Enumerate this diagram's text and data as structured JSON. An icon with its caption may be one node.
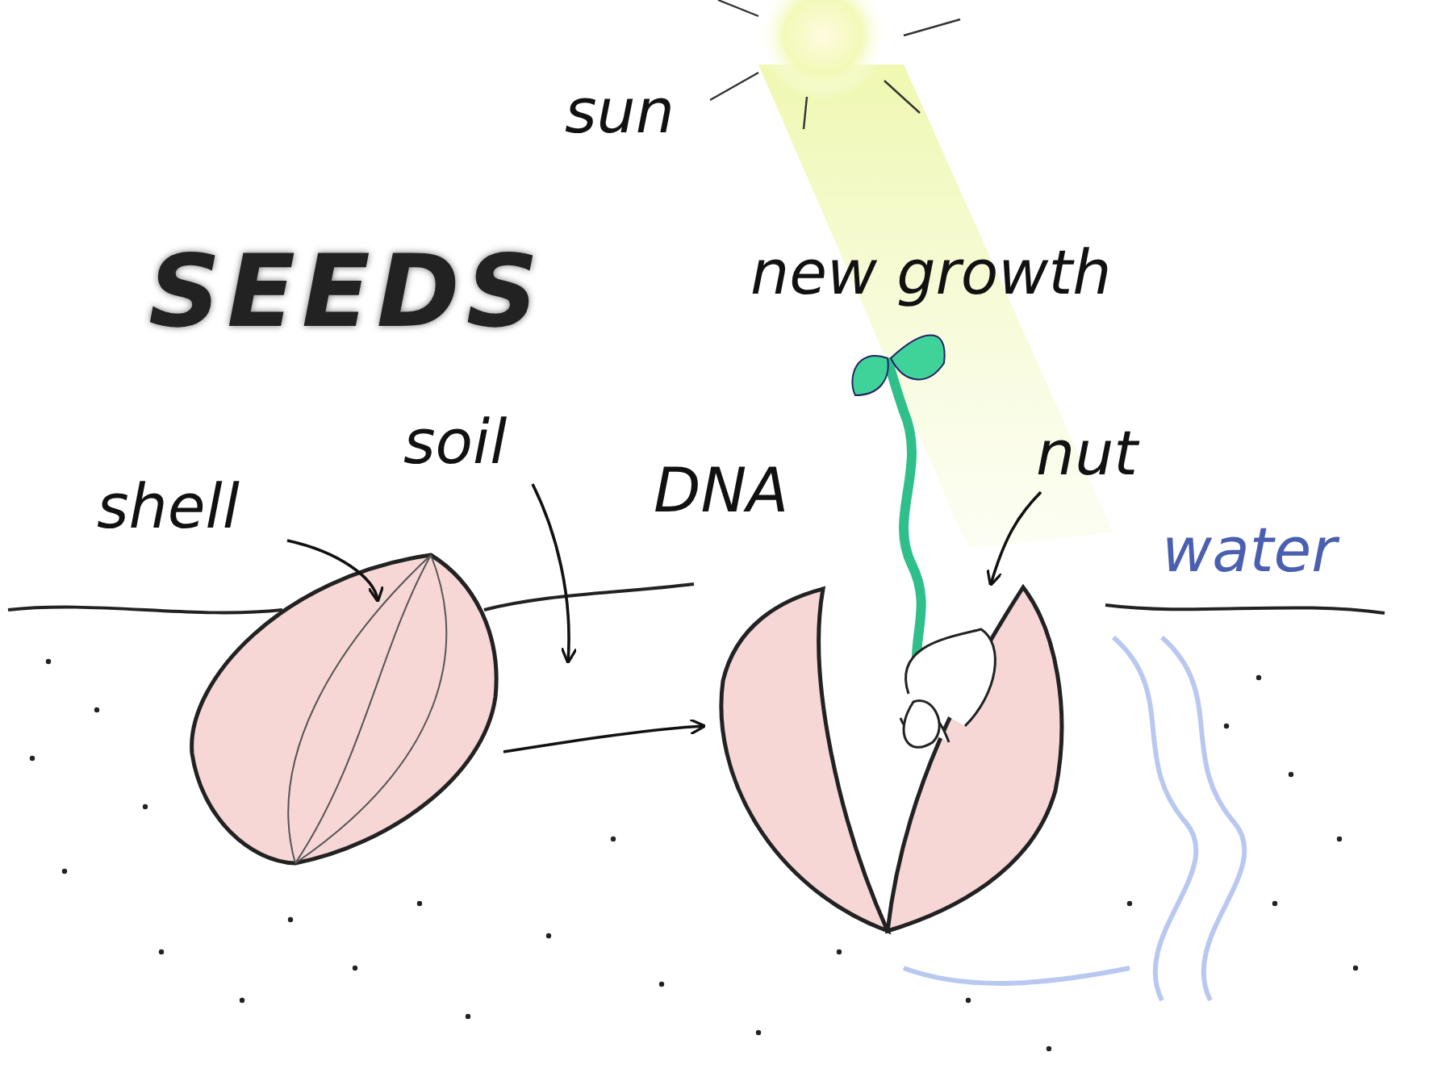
{
  "diagram": {
    "title": "SEEDS",
    "nodes": [
      {
        "text": [
          "shell"
        ]
      },
      {
        "text": [
          "soil"
        ]
      },
      {
        "text": [
          "nut"
        ]
      },
      {
        "text": [],
        "shape": "picture"
      },
      {
        "text": [],
        "shape": "picture"
      }
    ],
    "edges": [
      {
        "from": 0,
        "to": 3,
        "arrow": "to"
      },
      {
        "from": 1,
        "to": null,
        "arrow": "to"
      },
      {
        "from": 3,
        "to": 4,
        "arrow": "to"
      },
      {
        "from": 2,
        "to": 4,
        "arrow": "to"
      }
    ],
    "labels": [
      "sun",
      "new growth",
      "DNA",
      "water"
    ]
  }
}
